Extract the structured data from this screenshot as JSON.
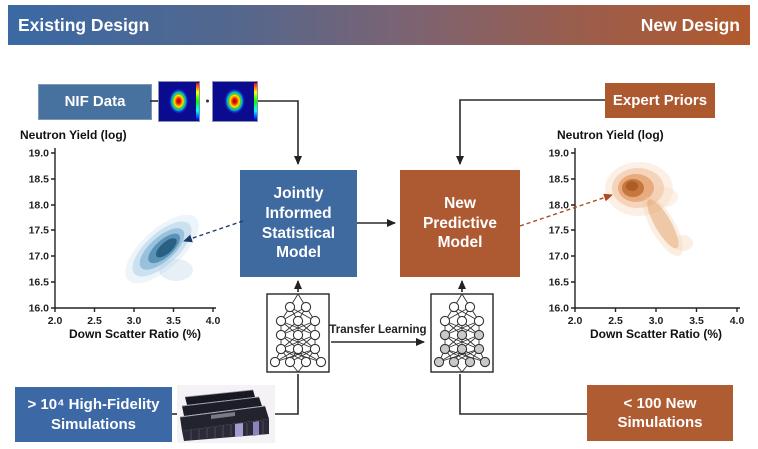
{
  "header": {
    "existing_label": "Existing Design",
    "new_label": "New Design",
    "existing_color": "#3A69A4",
    "new_color": "#B2592D"
  },
  "boxes": {
    "nif_data": {
      "label": "NIF Data",
      "color": "#47719F"
    },
    "expert_priors": {
      "label": "Expert Priors",
      "color": "#AC5930"
    },
    "joint_model": {
      "label": "Jointly Informed Statistical Model",
      "color": "#3E6AA0"
    },
    "new_model": {
      "label": "New Predictive Model",
      "color": "#AD5A32"
    },
    "hifi_sims": {
      "label": "> 10⁴ High-Fidelity Simulations",
      "color": "#3C69A5"
    },
    "new_sims": {
      "label": "< 100 New Simulations",
      "color": "#B05C33"
    }
  },
  "transfer_learning_label": "Transfer Learning",
  "plots": {
    "left": {
      "title": "Neutron Yield (log)",
      "xlabel": "Down Scatter Ratio (%)",
      "y_ticks": [
        "19.0",
        "18.5",
        "18.0",
        "17.5",
        "17.0",
        "16.5",
        "16.0"
      ],
      "x_ticks": [
        "2.0",
        "2.5",
        "3.0",
        "3.5",
        "4.0"
      ],
      "blob_color": "#1A5276"
    },
    "right": {
      "title": "Neutron Yield (log)",
      "xlabel": "Down Scatter Ratio (%)",
      "y_ticks": [
        "19.0",
        "18.5",
        "18.0",
        "17.5",
        "17.0",
        "16.5",
        "16.0"
      ],
      "x_ticks": [
        "2.0",
        "2.5",
        "3.0",
        "3.5",
        "4.0"
      ],
      "blob_color": "#B35A1F"
    }
  },
  "chart_data": [
    {
      "type": "heatmap",
      "title": "Existing design NIF data density",
      "xlabel": "Down Scatter Ratio (%)",
      "ylabel": "Neutron Yield (log)",
      "xlim": [
        2.0,
        4.0
      ],
      "ylim": [
        16.0,
        19.0
      ],
      "x_ticks": [
        2.0,
        2.5,
        3.0,
        3.5,
        4.0
      ],
      "y_ticks": [
        16.0,
        16.5,
        17.0,
        17.5,
        18.0,
        18.5,
        19.0
      ],
      "density_mode": {
        "x": 3.35,
        "y": 17.1
      },
      "spread_major_axis": {
        "from": {
          "x": 2.95,
          "y": 17.65
        },
        "to": {
          "x": 3.75,
          "y": 16.55
        }
      },
      "color": "blue",
      "grid": false,
      "legend": false
    },
    {
      "type": "heatmap",
      "title": "New design predicted density",
      "xlabel": "Down Scatter Ratio (%)",
      "ylabel": "Neutron Yield (log)",
      "xlim": [
        2.0,
        4.0
      ],
      "ylim": [
        16.0,
        19.0
      ],
      "x_ticks": [
        2.0,
        2.5,
        3.0,
        3.5,
        4.0
      ],
      "y_ticks": [
        16.0,
        16.5,
        17.0,
        17.5,
        18.0,
        18.5,
        19.0
      ],
      "density_mode": {
        "x": 2.78,
        "y": 18.3
      },
      "tail_to": {
        "x": 3.25,
        "y": 17.2
      },
      "color": "orange",
      "grid": false,
      "legend": false
    }
  ]
}
